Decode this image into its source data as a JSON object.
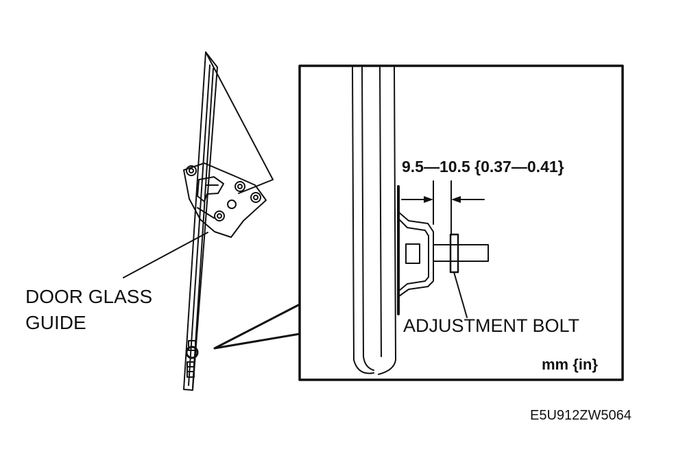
{
  "labels": {
    "guide_line1": "DOOR GLASS",
    "guide_line2": "GUIDE",
    "bolt": "ADJUSTMENT BOLT",
    "dimension": "9.5—10.5 {0.37—0.41}",
    "unit": "mm {in}",
    "figure_code": "E5U912ZW5064"
  },
  "colors": {
    "line": "#111111",
    "background": "#ffffff"
  }
}
